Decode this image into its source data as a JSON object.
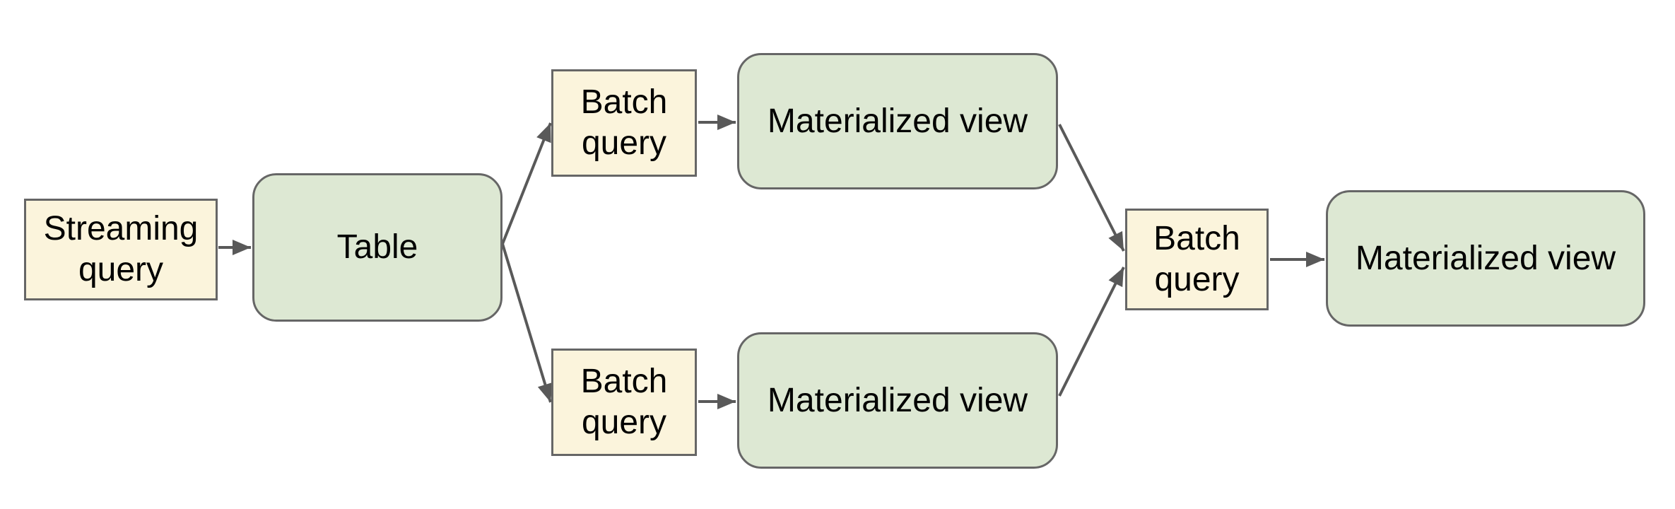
{
  "diagram": {
    "nodes": [
      {
        "id": "streaming-query",
        "label": "Streaming query",
        "kind": "query"
      },
      {
        "id": "table",
        "label": "Table",
        "kind": "relation"
      },
      {
        "id": "batch-query-top",
        "label": "Batch query",
        "kind": "query"
      },
      {
        "id": "materialized-view-top",
        "label": "Materialized view",
        "kind": "relation"
      },
      {
        "id": "batch-query-bottom",
        "label": "Batch query",
        "kind": "query"
      },
      {
        "id": "materialized-view-bottom",
        "label": "Materialized view",
        "kind": "relation"
      },
      {
        "id": "batch-query-final",
        "label": "Batch query",
        "kind": "query"
      },
      {
        "id": "materialized-view-final",
        "label": "Materialized view",
        "kind": "relation"
      }
    ],
    "edges": [
      {
        "from": "streaming-query",
        "to": "table"
      },
      {
        "from": "table",
        "to": "batch-query-top"
      },
      {
        "from": "table",
        "to": "batch-query-bottom"
      },
      {
        "from": "batch-query-top",
        "to": "materialized-view-top"
      },
      {
        "from": "batch-query-bottom",
        "to": "materialized-view-bottom"
      },
      {
        "from": "materialized-view-top",
        "to": "batch-query-final"
      },
      {
        "from": "materialized-view-bottom",
        "to": "batch-query-final"
      },
      {
        "from": "batch-query-final",
        "to": "materialized-view-final"
      }
    ],
    "colors": {
      "query_fill": "#FBF4DC",
      "relation_fill": "#DDE8D3",
      "border": "#666666",
      "arrow": "#595959",
      "text": "#000000",
      "background": "#FFFFFF"
    }
  }
}
